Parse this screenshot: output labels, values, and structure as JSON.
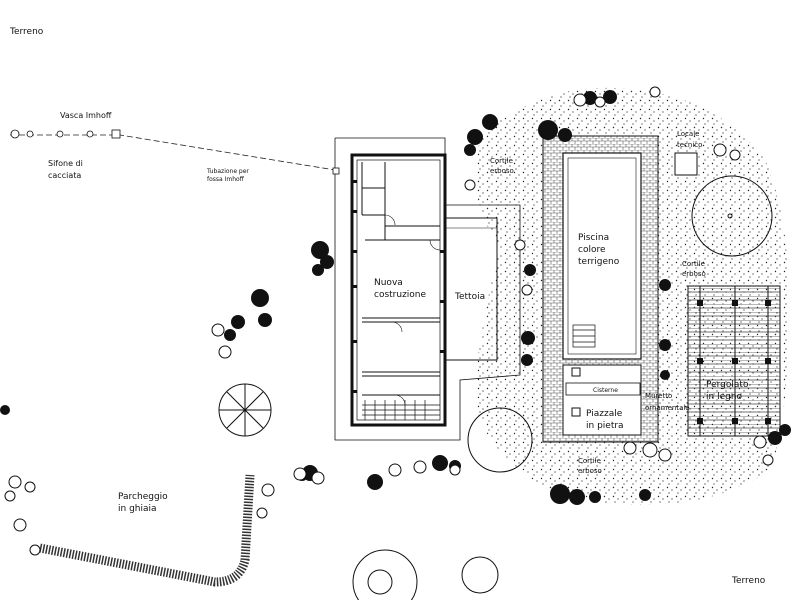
{
  "labels": {
    "terreno_top": "Terreno",
    "terreno_bottom": "Terreno",
    "vasca": "Vasca Imhoff",
    "sifone_1": "Sifone di",
    "sifone_2": "cacciata",
    "tubazione_1": "Tubazione per",
    "tubazione_2": "fossa Imhoff",
    "nuova_1": "Nuova",
    "nuova_2": "costruzione",
    "tettoia": "Tettoia",
    "piscina_1": "Piscina",
    "piscina_2": "colore",
    "piscina_3": "terrigeno",
    "cisterne": "Cisterne",
    "piazzale_1": "Piazzale",
    "piazzale_2": "in pietra",
    "parcheggio_1": "Parcheggio",
    "parcheggio_2": "in ghiaia",
    "locale_1": "Locale",
    "locale_2": "tecnico",
    "cortile_1": "Cortile",
    "cortile_2": "erboso",
    "prato_1": "Cortile",
    "prato_2": "erboso",
    "cortile_b_1": "Cortile",
    "cortile_b_2": "erboso",
    "pergolato_1": "Pergolato",
    "pergolato_2": "in legno",
    "muretto_1": "Muretto",
    "muretto_2": "ornamentale"
  }
}
